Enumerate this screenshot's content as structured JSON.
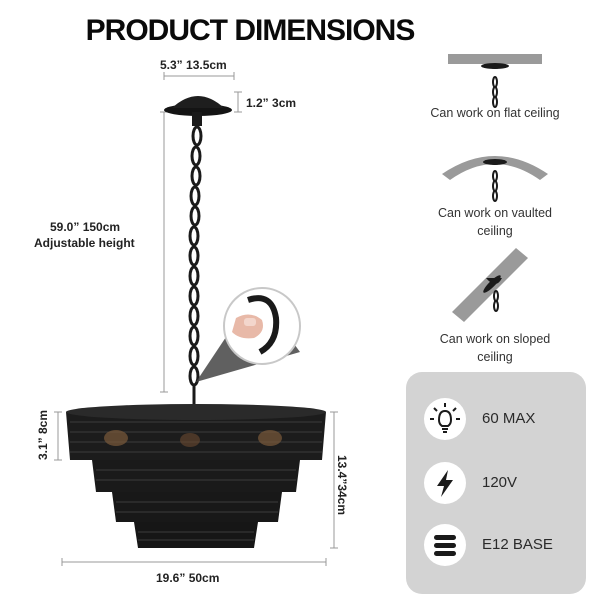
{
  "title": "PRODUCT DIMENSIONS",
  "dimensions": {
    "canopy_width": "5.3” 13.5cm",
    "canopy_height": "1.2” 3cm",
    "chain_height": "59.0” 150cm",
    "chain_note": "Adjustable height",
    "tier_height": "3.1” 8cm",
    "total_height": "13.4”34cm",
    "width": "19.6” 50cm"
  },
  "ceilings": [
    {
      "icon": "flat-ceiling-icon",
      "caption": "Can work on flat ceiling"
    },
    {
      "icon": "vaulted-ceiling-icon",
      "caption": "Can work on vaulted ceiling"
    },
    {
      "icon": "sloped-ceiling-icon",
      "caption": "Can work on sloped ceiling"
    }
  ],
  "specs": [
    {
      "icon": "bulb-icon",
      "label": "60 MAX"
    },
    {
      "icon": "lightning-icon",
      "label": "120V"
    },
    {
      "icon": "base-icon",
      "label": "E12 BASE"
    }
  ],
  "colors": {
    "panel": "#d3d3d3",
    "fixture": "#1a1a1a",
    "ceiling": "#9a9a9a"
  }
}
